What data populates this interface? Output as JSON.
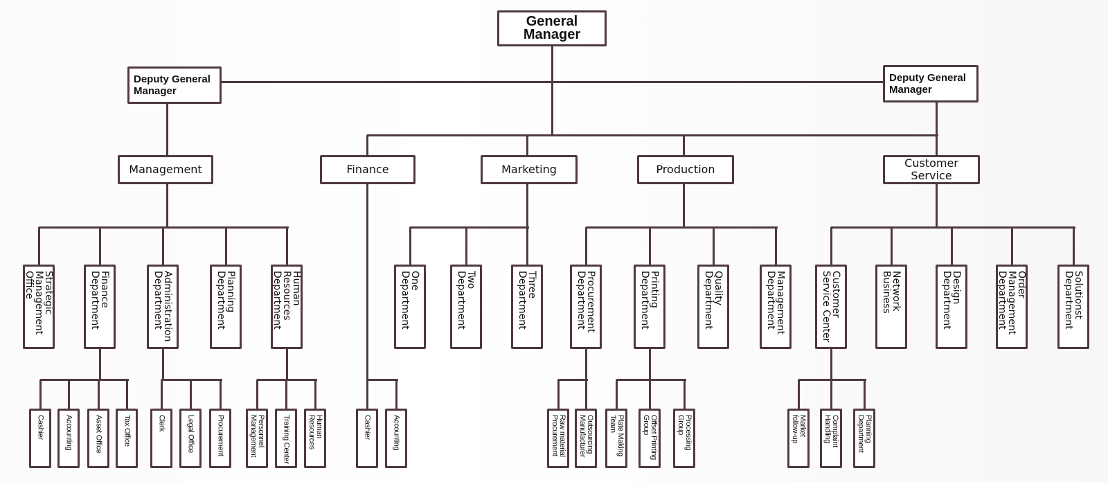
{
  "title": "General Manager",
  "colors": {
    "line": "#4f393d",
    "box_fill": "#ffffff",
    "text": "#111111"
  },
  "top": {
    "label": "General\nManager"
  },
  "deputies": [
    {
      "label": "Deputy General\nManager",
      "side": "left"
    },
    {
      "label": "Deputy General\nManager",
      "side": "right"
    }
  ],
  "divisions": [
    {
      "label": "Management",
      "departments": [
        {
          "label": "Strategic\nManagement\nOffice",
          "units": []
        },
        {
          "label": "Finance\nDepartment",
          "units": [
            "Cashier",
            "Accounting",
            "Asset Office",
            "Tax Office"
          ]
        },
        {
          "label": "Administration\nDepartment",
          "units": [
            "Clerk",
            "Legal Office",
            "Procurement"
          ]
        },
        {
          "label": "Planning\nDepartment",
          "units": []
        },
        {
          "label": "Human\nResources\nDepartment",
          "units": [
            "Personnel\nManagement",
            "Training Center",
            "Human\nResources"
          ]
        }
      ]
    },
    {
      "label": "Finance",
      "departments": [],
      "units": [
        "Cashier",
        "Accounting"
      ]
    },
    {
      "label": "Marketing",
      "departments": [
        {
          "label": "One\nDepartment",
          "units": []
        },
        {
          "label": "Two\nDepartment",
          "units": []
        },
        {
          "label": "Three\nDepartment",
          "units": []
        }
      ]
    },
    {
      "label": "Production",
      "departments": [
        {
          "label": "Procurement\nDepartment",
          "units": [
            "Raw material\nProcurement",
            "Outsourcing\nManufacturer"
          ]
        },
        {
          "label": "Printing\nDepartment",
          "units": [
            "Plate Making\nTeam",
            "Offset Printing\nGroup",
            "Processing\nGroup"
          ]
        },
        {
          "label": "Quality\nDepartment",
          "units": []
        },
        {
          "label": "Management\nDepartment",
          "units": []
        }
      ]
    },
    {
      "label": "Customer\nService",
      "departments": [
        {
          "label": "Customer\nService Center",
          "units": [
            "Market\nfollow-up",
            "Complaint\nHandling",
            "Planning\nDepartment"
          ]
        },
        {
          "label": "Network\nBusiness",
          "units": []
        },
        {
          "label": "Design\nDepartment",
          "units": []
        },
        {
          "label": "Order\nManagement\nDepartment",
          "units": []
        },
        {
          "label": "Solutionst\nDepartment",
          "units": []
        }
      ]
    }
  ]
}
